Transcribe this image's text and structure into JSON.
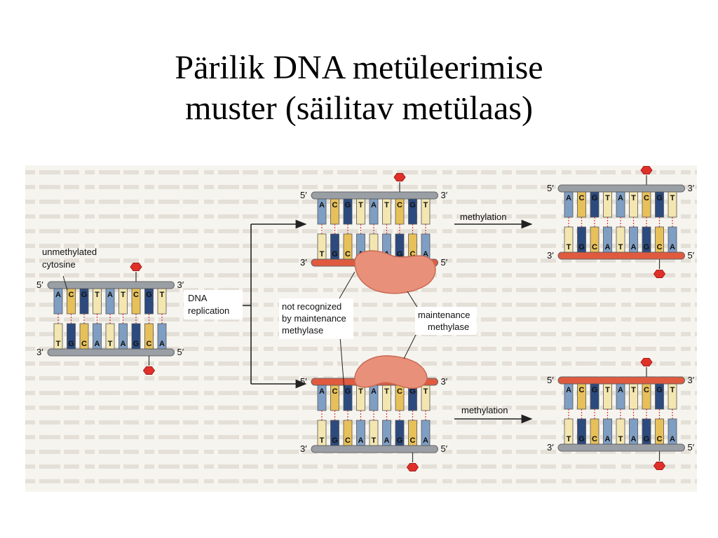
{
  "slide": {
    "title_line1": "Pärilik DNA metüleerimise",
    "title_line2": "muster (säilitav metülaas)"
  },
  "diagram": {
    "strand_top": "ACGTATCGT",
    "strand_bottom": "TGCATAGCA",
    "prime_5": "5′",
    "prime_3": "3′",
    "labels": {
      "unmethylated_cytosine_1": "unmethylated",
      "unmethylated_cytosine_2": "cytosine",
      "dna_replication_1": "DNA",
      "dna_replication_2": "replication",
      "not_recognized_1": "not recognized",
      "not_recognized_2": "by maintenance",
      "not_recognized_3": "methylase",
      "maintenance_methylase_1": "maintenance",
      "maintenance_methylase_2": "methylase",
      "methylation_top": "methylation",
      "methylation_bottom": "methylation"
    },
    "colors": {
      "parental_strand": "#9a9fa6",
      "new_strand": "#e05a40",
      "methyl_mark": "#e0302a",
      "enzyme": "#e8907a",
      "base_A": "#7f9ec4",
      "base_T": "#f3e6b0",
      "base_C": "#e7c05a",
      "base_G": "#2c4a7e"
    }
  }
}
